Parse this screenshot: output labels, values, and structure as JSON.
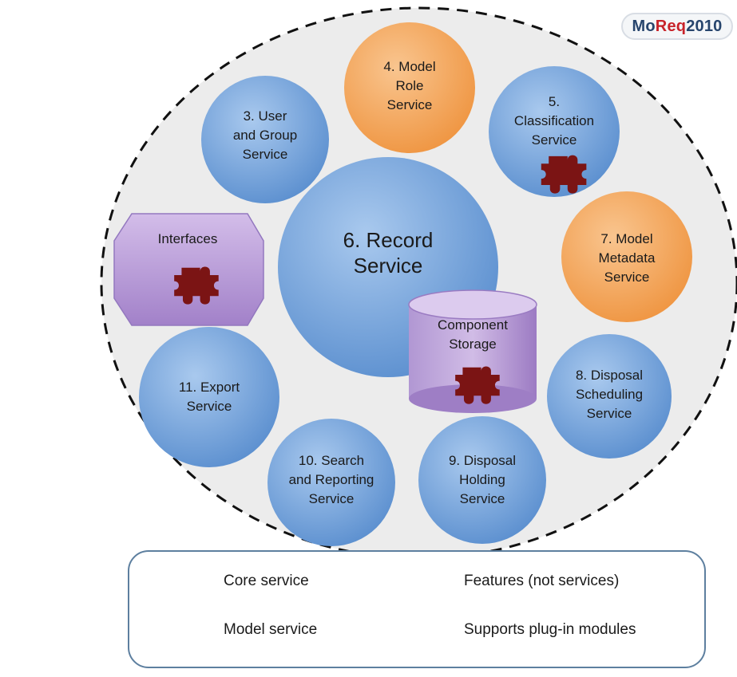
{
  "logo": {
    "part1": "Mo",
    "part2": "Req",
    "part3": "2010"
  },
  "colors": {
    "core_service": "#6f9fd6",
    "model_service": "#f2a257",
    "feature": "#a98bcd",
    "plugin": "#7b1414",
    "dashed_border": "#111111",
    "legend_border": "#5d7f9f"
  },
  "nodes": {
    "user_group": [
      "3. User",
      "and Group",
      "Service"
    ],
    "model_role": [
      "4. Model",
      "Role",
      "Service"
    ],
    "classification": [
      "5.",
      "Classification",
      "Service"
    ],
    "record": [
      "6. Record",
      "Service"
    ],
    "model_metadata": [
      "7. Model",
      "Metadata",
      "Service"
    ],
    "disposal_scheduling": [
      "8. Disposal",
      "Scheduling",
      "Service"
    ],
    "disposal_holding": [
      "9. Disposal",
      "Holding",
      "Service"
    ],
    "search_reporting": [
      "10. Search",
      "and Reporting",
      "Service"
    ],
    "export": [
      "11. Export",
      "Service"
    ],
    "interfaces": "Interfaces",
    "component_storage": [
      "Component",
      "Storage"
    ]
  },
  "legend": {
    "core": "Core service",
    "model": "Model service",
    "features": "Features (not services)",
    "plugin": "Supports plug-in modules"
  }
}
